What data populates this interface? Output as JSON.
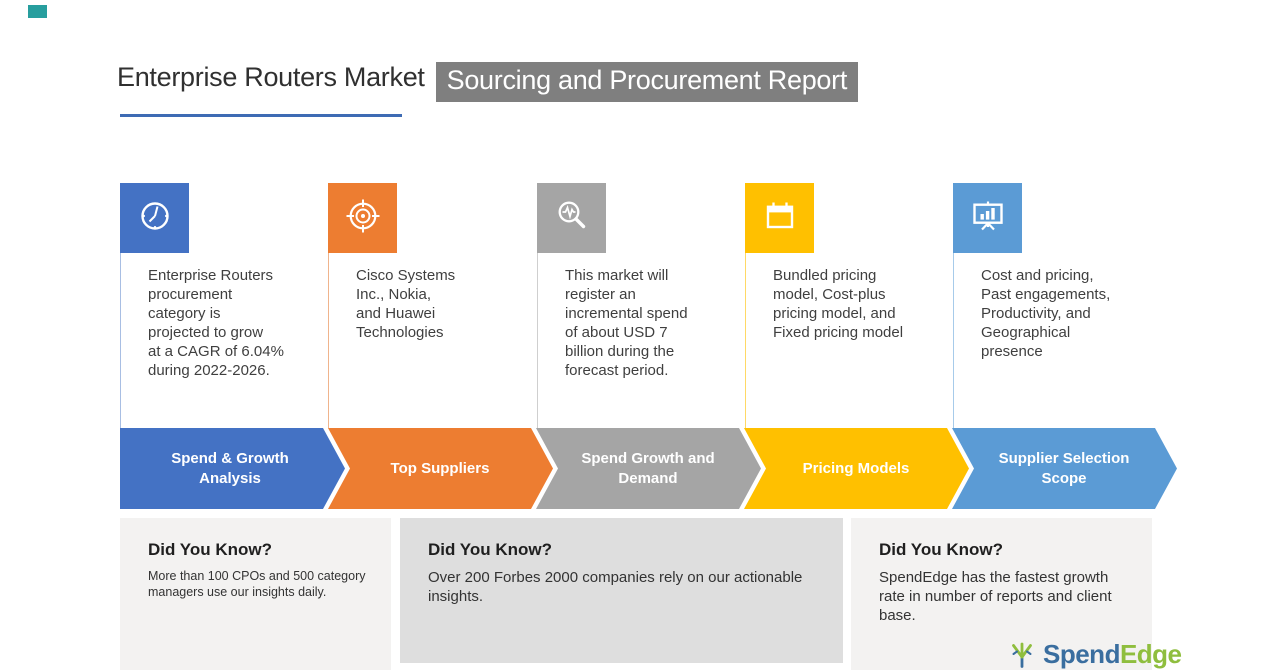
{
  "header": {
    "title": "Enterprise Routers Market",
    "subtitle": "Sourcing and Procurement Report"
  },
  "columns": [
    {
      "icon": "clock-icon",
      "color": "#4472C4",
      "description": "Enterprise Routers\nprocurement\ncategory is\nprojected to grow\nat a CAGR of 6.04%\nduring 2022-2026.",
      "banner_label": "Spend & Growth\nAnalysis"
    },
    {
      "icon": "target-icon",
      "color": "#ED7D31",
      "description": "Cisco Systems\nInc., Nokia,\nand Huawei\nTechnologies",
      "banner_label": "Top Suppliers"
    },
    {
      "icon": "search-pulse-icon",
      "color": "#A5A5A5",
      "description": "This market will\nregister an\nincremental spend\nof about USD 7\nbillion during the\nforecast period.",
      "banner_label": "Spend Growth and\nDemand"
    },
    {
      "icon": "calendar-icon",
      "color": "#FFC000",
      "description": "Bundled pricing\nmodel, Cost-plus\npricing model, and\nFixed pricing model",
      "banner_label": "Pricing Models"
    },
    {
      "icon": "presentation-chart-icon",
      "color": "#5B9BD5",
      "description": "Cost and pricing,\nPast engagements,\nProductivity, and\nGeographical\npresence",
      "banner_label": "Supplier Selection\nScope"
    }
  ],
  "did_you_know": [
    {
      "heading": "Did You Know?",
      "body": "More than 100 CPOs and 500 category\nmanagers use our insights daily."
    },
    {
      "heading": "Did You Know?",
      "body": "Over 200 Forbes 2000 companies rely on our actionable\ninsights."
    },
    {
      "heading": "Did You Know?",
      "body": "SpendEdge has the fastest growth\nrate in number of reports and client\nbase."
    }
  ],
  "logo": {
    "spend": "Spend",
    "edge": "Edge"
  },
  "colors": {
    "blue": "#4472C4",
    "orange": "#ED7D31",
    "gray": "#A5A5A5",
    "gold": "#FFC000",
    "light_blue": "#5B9BD5",
    "subtitle_bg": "#7F7F7F",
    "teal_mark": "#279E9E"
  }
}
